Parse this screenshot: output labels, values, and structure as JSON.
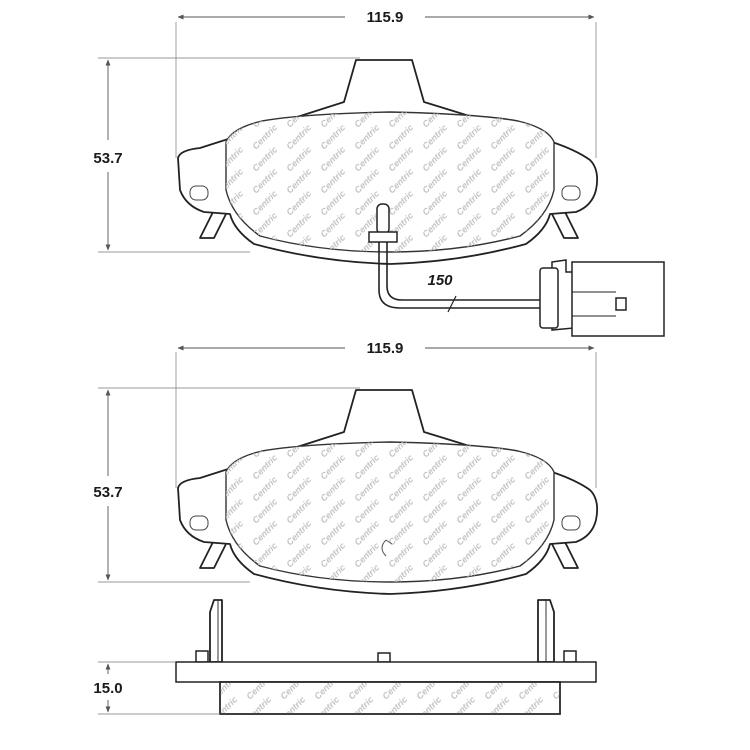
{
  "dimensions": {
    "top_width": "115.9",
    "top_height": "53.7",
    "sensor_length": "150",
    "bottom_width": "115.9",
    "bottom_height": "53.7",
    "thickness": "15.0"
  },
  "watermark": {
    "text": "Centric"
  },
  "colors": {
    "line": "#222222",
    "watermark": "#c4c4c4",
    "background": "#ffffff"
  }
}
